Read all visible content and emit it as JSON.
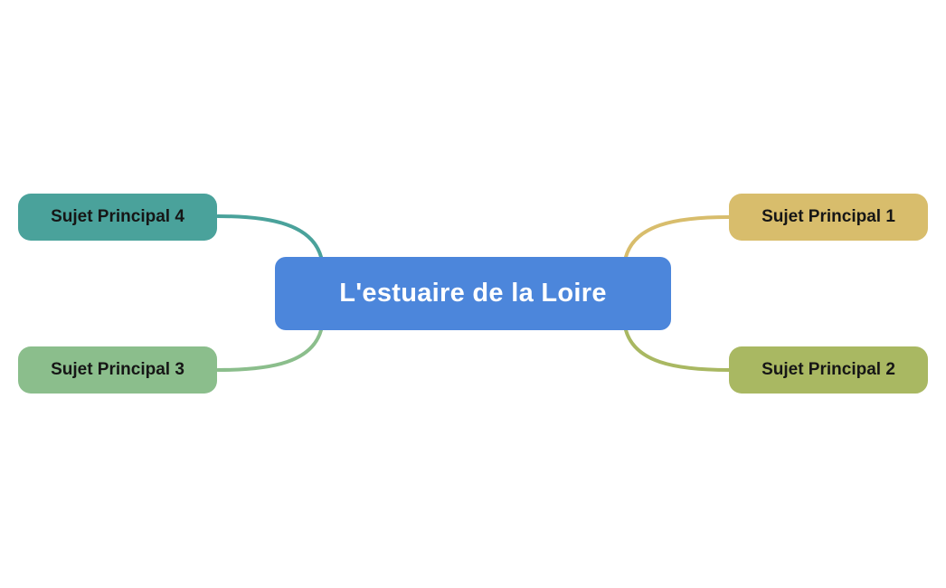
{
  "mindmap": {
    "background": "#ffffff",
    "central": {
      "label": "L'estuaire de la Loire",
      "color": "#4C86DB",
      "text_color": "#ffffff"
    },
    "branch_text_color": "#161616",
    "branches": [
      {
        "label": "Sujet Principal 1",
        "color": "#D8BD6C",
        "position": "top-right"
      },
      {
        "label": "Sujet Principal 2",
        "color": "#A9B862",
        "position": "bottom-right"
      },
      {
        "label": "Sujet Principal 3",
        "color": "#8BBE8C",
        "position": "bottom-left"
      },
      {
        "label": "Sujet Principal 4",
        "color": "#4AA29B",
        "position": "top-left"
      }
    ]
  }
}
